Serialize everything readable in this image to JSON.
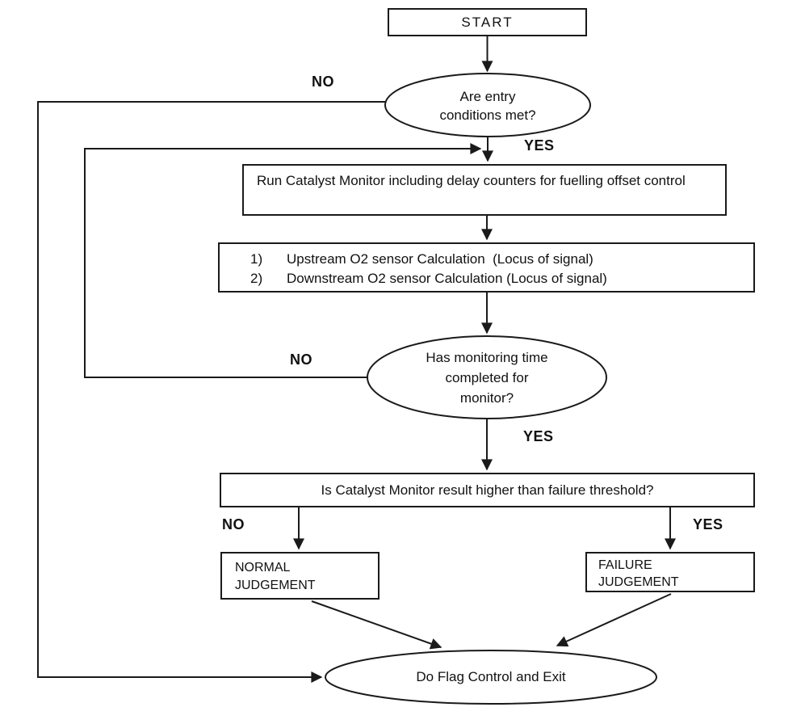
{
  "diagram": {
    "background": "#ffffff",
    "line_color": "#1a1a1a",
    "nodes": {
      "start": {
        "label": "START"
      },
      "entry_decision": {
        "label": "Are entry\nconditions met?"
      },
      "run_monitor": {
        "label": "Run Catalyst Monitor including delay counters for fuelling offset control"
      },
      "calculations": {
        "lines": [
          {
            "number": "1)",
            "text": "Upstream O2 sensor Calculation  (Locus of signal)"
          },
          {
            "number": "2)",
            "text": "Downstream O2 sensor Calculation (Locus of signal)"
          }
        ]
      },
      "time_decision": {
        "label": "Has monitoring time\ncompleted for\nmonitor?"
      },
      "threshold_decision": {
        "label": "Is Catalyst Monitor result higher than failure threshold?"
      },
      "normal_judgement": {
        "line1": "NORMAL",
        "line2": "JUDGEMENT"
      },
      "failure_judgement": {
        "line1": "FAILURE",
        "line2": "JUDGEMENT"
      },
      "flag_control": {
        "label": "Do Flag Control and Exit"
      }
    },
    "edge_labels": {
      "entry_no": "NO",
      "entry_yes": "YES",
      "time_no": "NO",
      "time_yes": "YES",
      "threshold_no": "NO",
      "threshold_yes": "YES"
    }
  }
}
